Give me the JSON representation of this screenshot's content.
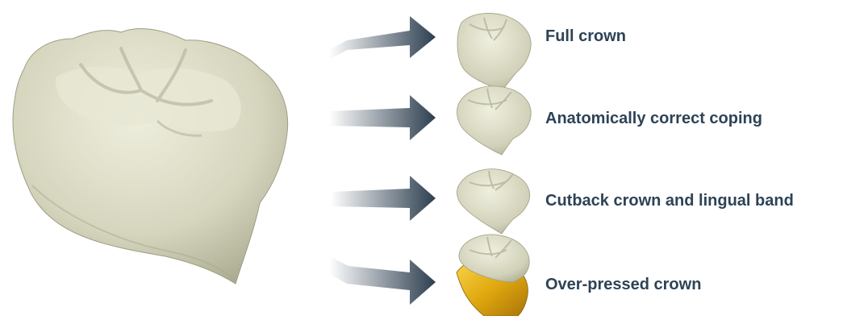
{
  "colors": {
    "tooth": "#dcdcc6",
    "tooth_shade": "#b9b9a0",
    "arrow": "#2c3e4f",
    "gold": "#e0ad12",
    "label": "#2d4356"
  },
  "main_image": {
    "icon": "molar-tooth-icon"
  },
  "options": [
    {
      "label": "Full crown",
      "icon": "full-crown-icon"
    },
    {
      "label": "Anatomically correct coping",
      "icon": "coping-icon"
    },
    {
      "label": "Cutback crown and lingual band",
      "icon": "cutback-crown-icon"
    },
    {
      "label": "Over-pressed crown",
      "icon": "over-pressed-crown-icon"
    }
  ]
}
